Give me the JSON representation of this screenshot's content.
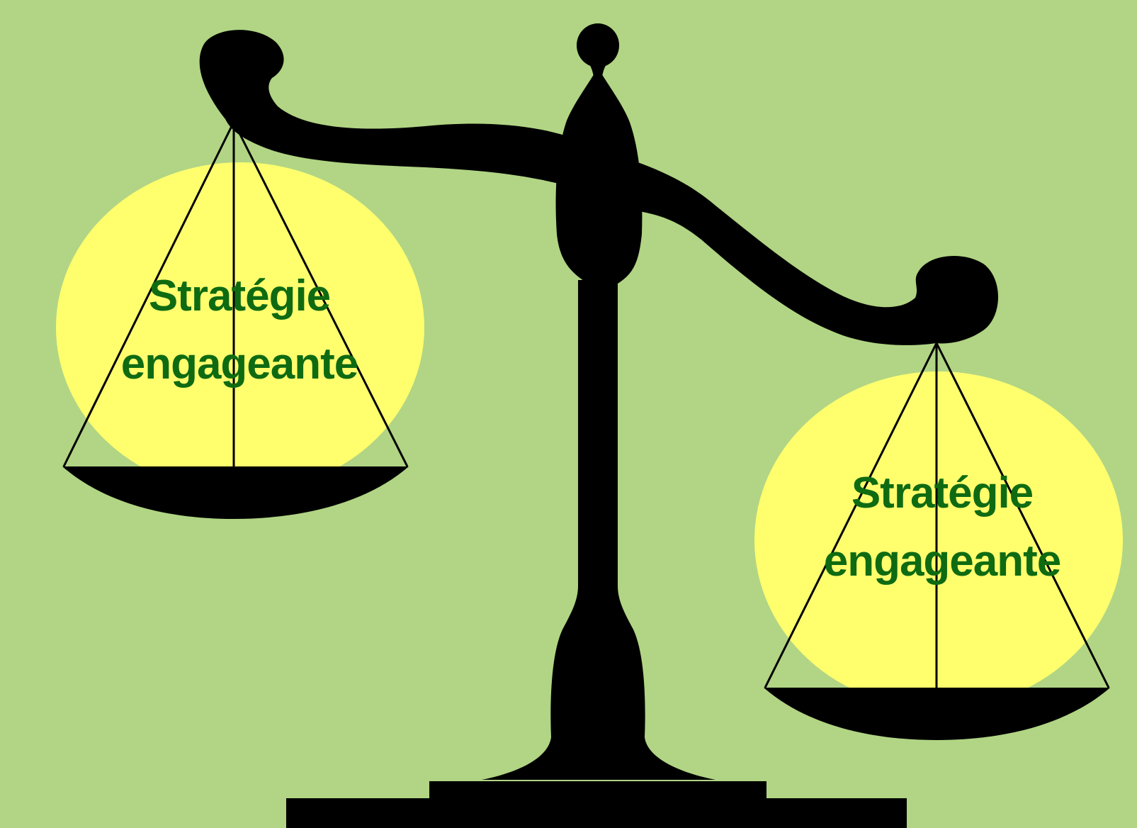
{
  "colors": {
    "background": "#b1d584",
    "highlight": "#ffff6e",
    "silhouette": "#000000",
    "label_text": "#0f6b12"
  },
  "left_pan": {
    "line1": "Stratégie",
    "line2": "engageante"
  },
  "right_pan": {
    "line1": "Stratégie",
    "line2": "engageante"
  }
}
